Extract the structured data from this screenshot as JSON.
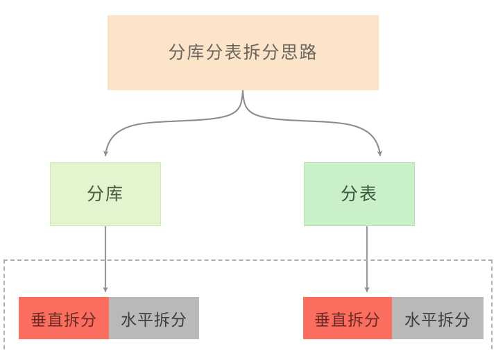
{
  "diagram": {
    "title": "分库分表拆分思路",
    "root": {
      "label": "分库分表拆分思路",
      "fill": "#fce4c8",
      "text_color": "#6b6660"
    },
    "branches": [
      {
        "label": "分库",
        "fill": "#e3f5ce",
        "text_color": "#4d5a42",
        "children": [
          {
            "label": "垂直拆分",
            "fill": "#fb6d5e",
            "text_color": "#6b2a24"
          },
          {
            "label": "水平拆分",
            "fill": "#b9b9b9",
            "text_color": "#3e3e3e"
          }
        ]
      },
      {
        "label": "分表",
        "fill": "#c9f0c9",
        "text_color": "#3f563f",
        "children": [
          {
            "label": "垂直拆分",
            "fill": "#fb6d5e",
            "text_color": "#6b2a24"
          },
          {
            "label": "水平拆分",
            "fill": "#b9b9b9",
            "text_color": "#3e3e3e"
          }
        ]
      }
    ],
    "group_container": {
      "style": "dashed",
      "border_color": "#b0b0b0"
    },
    "connectors": {
      "color": "#8c8c8c",
      "arrow_style": "open-triangle"
    },
    "background": "#ffffff"
  }
}
